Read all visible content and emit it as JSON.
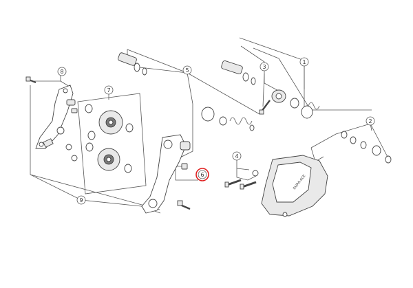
{
  "callouts": {
    "c1": "1",
    "c2": "2",
    "c3": "3",
    "c4": "4",
    "c5": "5",
    "c6": "6",
    "c7": "7",
    "c8": "8",
    "c9": "9"
  },
  "brand_text": "DURA-ACE",
  "colors": {
    "highlight": "#e02020",
    "line": "#555555"
  }
}
